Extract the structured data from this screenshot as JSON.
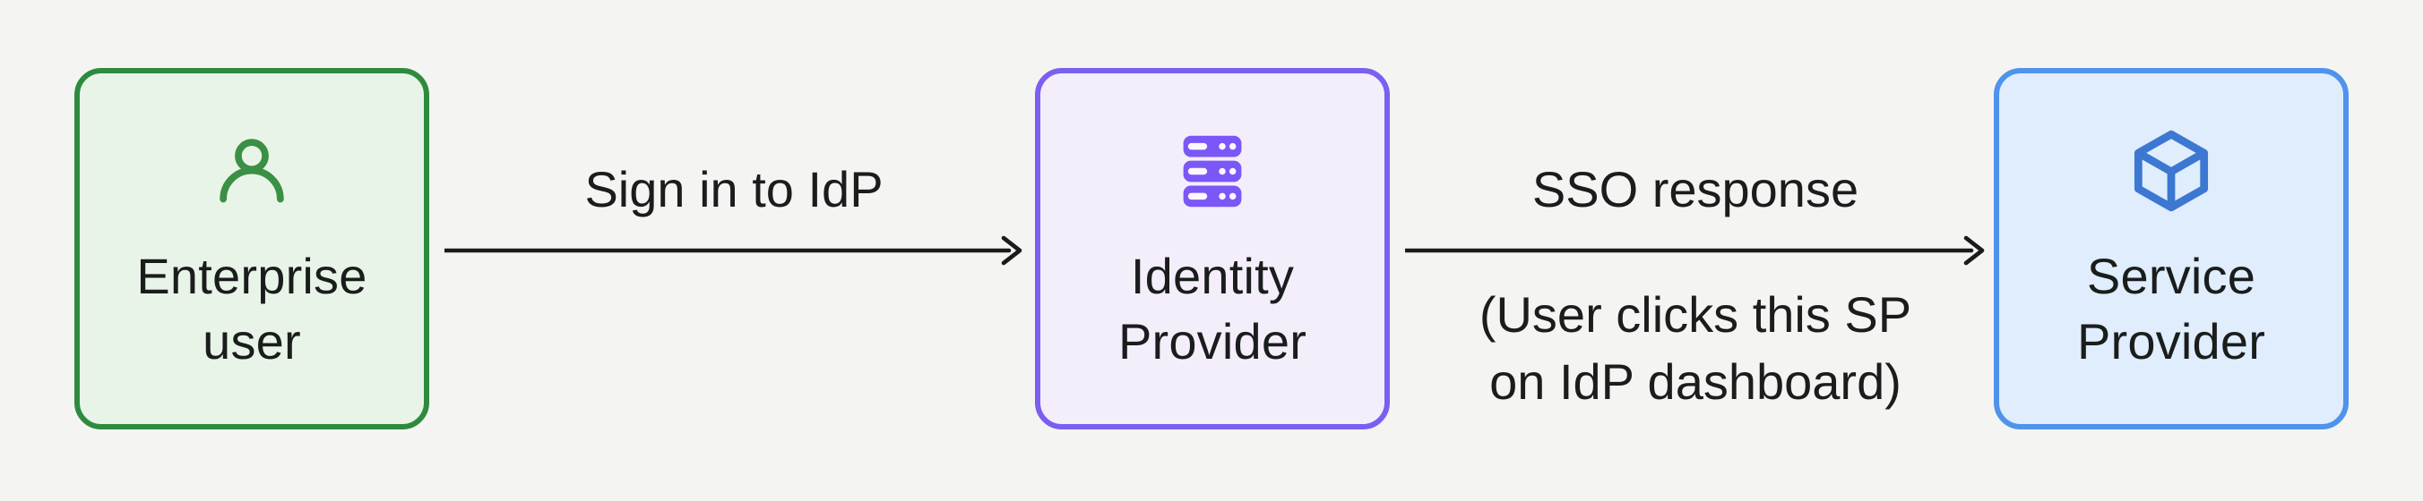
{
  "diagram": {
    "background": "#f4f5f2",
    "text_color": "#1a1d1c",
    "arrow_color": "#1a1c1c",
    "nodes": [
      {
        "name": "enterprise-user",
        "lines": [
          "Enterprise",
          "user"
        ],
        "label": "Enterprise user",
        "icon": "user-icon",
        "colors": {
          "border": "#2e8b3e",
          "fill": "#e9f4e8",
          "icon": "#3a9044"
        }
      },
      {
        "name": "identity-provider",
        "lines": [
          "Identity",
          "Provider"
        ],
        "label": "Identity Provider",
        "icon": "server-icon",
        "colors": {
          "border": "#7c5ef0",
          "fill": "#f4eefb",
          "icon": "#7b57f7"
        }
      },
      {
        "name": "service-provider",
        "lines": [
          "Service",
          "Provider"
        ],
        "label": "Service Provider",
        "icon": "box-icon",
        "colors": {
          "border": "#4f93ec",
          "fill": "#dfedfc",
          "icon": "#3c78d2"
        }
      }
    ],
    "edges": [
      {
        "name": "sign-in-to-idp",
        "label": "Sign in to IdP",
        "sublabel_lines": []
      },
      {
        "name": "sso-response",
        "label": "SSO response",
        "sublabel_lines": [
          "(User clicks this SP",
          "on IdP dashboard)"
        ]
      }
    ]
  }
}
